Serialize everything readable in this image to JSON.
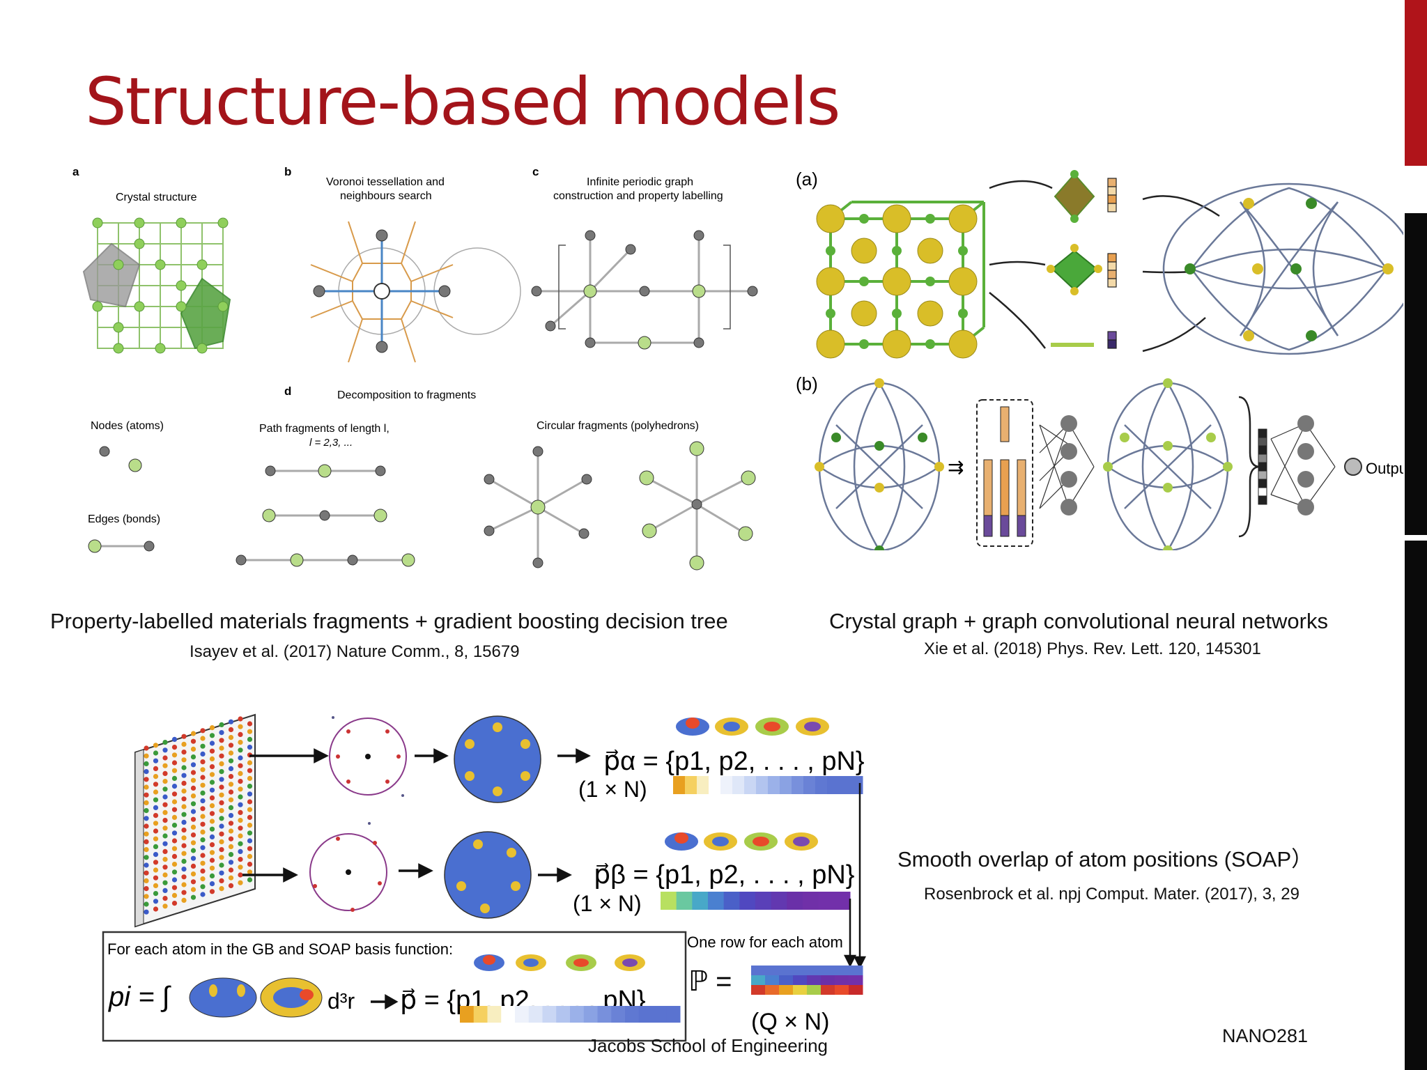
{
  "slide": {
    "title": "Structure-based models",
    "footer_left": "Jacobs School of Engineering",
    "footer_right": "NANO281"
  },
  "fig1": {
    "panel_a": "a",
    "panel_b": "b",
    "panel_c": "c",
    "panel_d": "d",
    "label_a": "Crystal structure",
    "label_b1": "Voronoi tessellation and",
    "label_b2": "neighbours search",
    "label_c1": "Infinite periodic graph",
    "label_c2": "construction and property labelling",
    "label_d": "Decomposition to fragments",
    "nodes": "Nodes (atoms)",
    "edges": "Edges (bonds)",
    "path1": "Path fragments of length l,",
    "path2": "l = 2,3, ...",
    "circular": "Circular fragments (polyhedrons)",
    "caption": "Property-labelled materials fragments + gradient boosting decision tree",
    "citation": "Isayev et al.  (2017)  Nature Comm., 8, 15679"
  },
  "fig2": {
    "panel_a": "(a)",
    "panel_b": "(b)",
    "output": "Output",
    "caption": "Crystal graph + graph convolutional neural networks",
    "citation": "Xie et al. (2018) Phys. Rev. Lett. 120, 145301"
  },
  "fig3": {
    "eq_alpha": "p⃗α = {p1, p2, . . . , pN}",
    "dim_alpha": "(1 × N)",
    "eq_beta": "p⃗β = {p1, p2, . . . , pN}",
    "dim_beta": "(1 × N)",
    "box_text": "For each atom in the GB and SOAP basis function:",
    "integral_lhs": "pi = ∫",
    "d3r": "d³r",
    "eq_p": "p⃗ = {p1, p2, . . . , pN}",
    "row_note": "One row for each atom",
    "matrix_P": "ℙ =",
    "dim_P": "(Q × N)",
    "caption": "Smooth overlap of atom positions (SOAP）",
    "citation": "Rosenbrock et al. npj Comput. Mater. (2017), 3, 29"
  },
  "colors": {
    "title": "#a3141a",
    "green_atom": "#9ccf6a",
    "gray_atom": "#666666",
    "yellow_atom": "#d9c23a",
    "graph_edge": "#6a7898",
    "soap_blue": "#4a6fd0"
  }
}
